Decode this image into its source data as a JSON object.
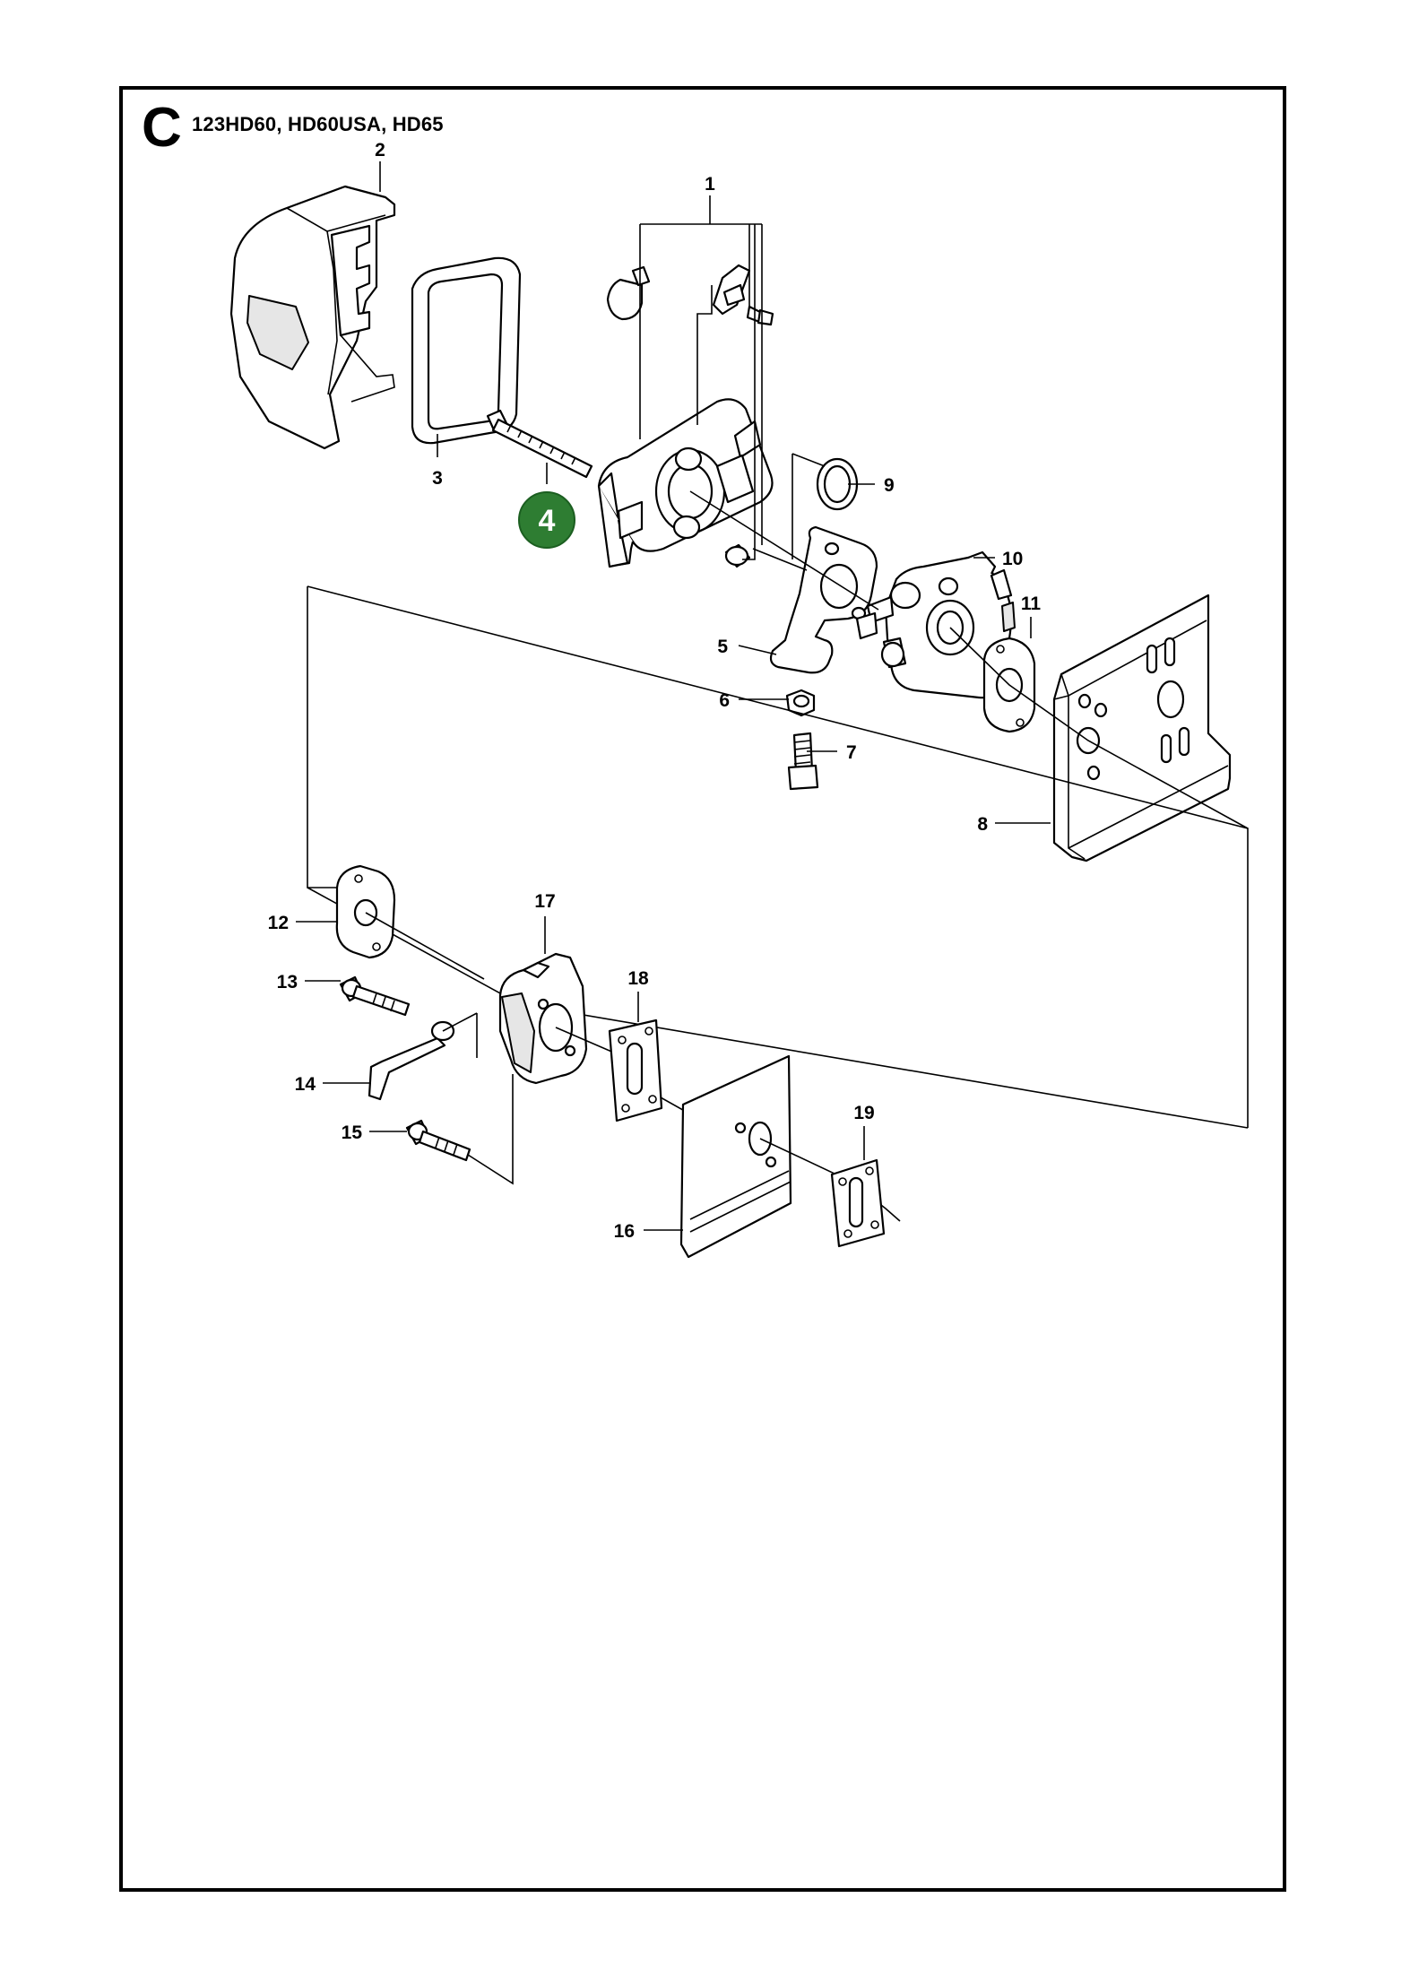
{
  "header": {
    "section": "C",
    "models": "123HD60, HD60USA, HD65"
  },
  "highlight": {
    "label": "4",
    "color": "#2e7d32"
  },
  "callouts": {
    "p1": "1",
    "p2": "2",
    "p3": "3",
    "p5": "5",
    "p6": "6",
    "p7": "7",
    "p8": "8",
    "p9": "9",
    "p10": "10",
    "p11": "11",
    "p12": "12",
    "p13": "13",
    "p14": "14",
    "p15": "15",
    "p16": "16",
    "p17": "17",
    "p18": "18",
    "p19": "19"
  }
}
